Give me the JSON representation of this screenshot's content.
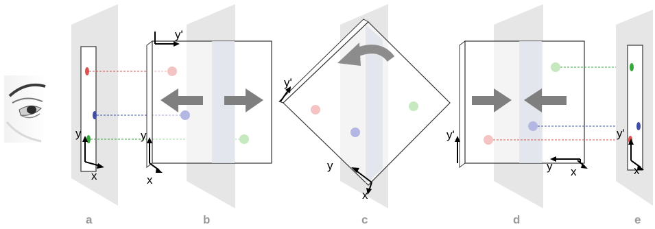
{
  "panels": {
    "a": {
      "label": "a",
      "x": "x",
      "y": "y"
    },
    "b": {
      "label": "b",
      "x": "x",
      "y": "y",
      "yp": "y'"
    },
    "c": {
      "label": "c",
      "x": "x",
      "y": "y",
      "yp": "y'"
    },
    "d": {
      "label": "d",
      "y": "y",
      "yp": "y'",
      "x": "x"
    },
    "e": {
      "label": "e",
      "yp": "y'",
      "x": "x"
    }
  },
  "colors": {
    "plane": "#e6e6e6",
    "band": "#dfe3ea",
    "arrow": "#7f7f7f",
    "dot_red": "#f4c4c4",
    "dot_blue": "#b4b6e4",
    "dot_green": "#c6e9c0",
    "mark_red": "#d9534f",
    "mark_blue": "#3f4fa8",
    "mark_green": "#35a93a"
  },
  "icons": [
    "eye-icon",
    "rotate-arrow-icon",
    "arrow-left-icon",
    "arrow-right-icon"
  ]
}
